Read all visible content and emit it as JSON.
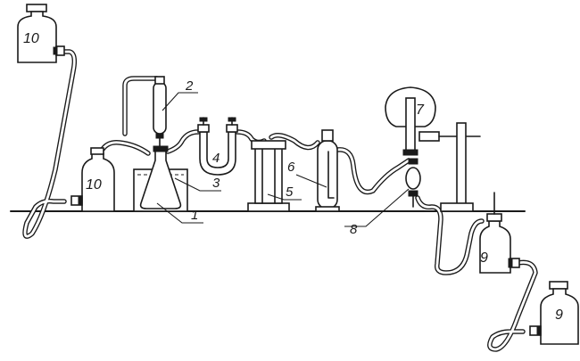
{
  "diagram": {
    "labels": {
      "l1": "1",
      "l2": "2",
      "l3": "3",
      "l4": "4",
      "l5": "5",
      "l6": "6",
      "l7": "7",
      "l8": "8",
      "l9a": "9",
      "l9b": "9",
      "l10a": "10",
      "l10b": "10"
    }
  }
}
